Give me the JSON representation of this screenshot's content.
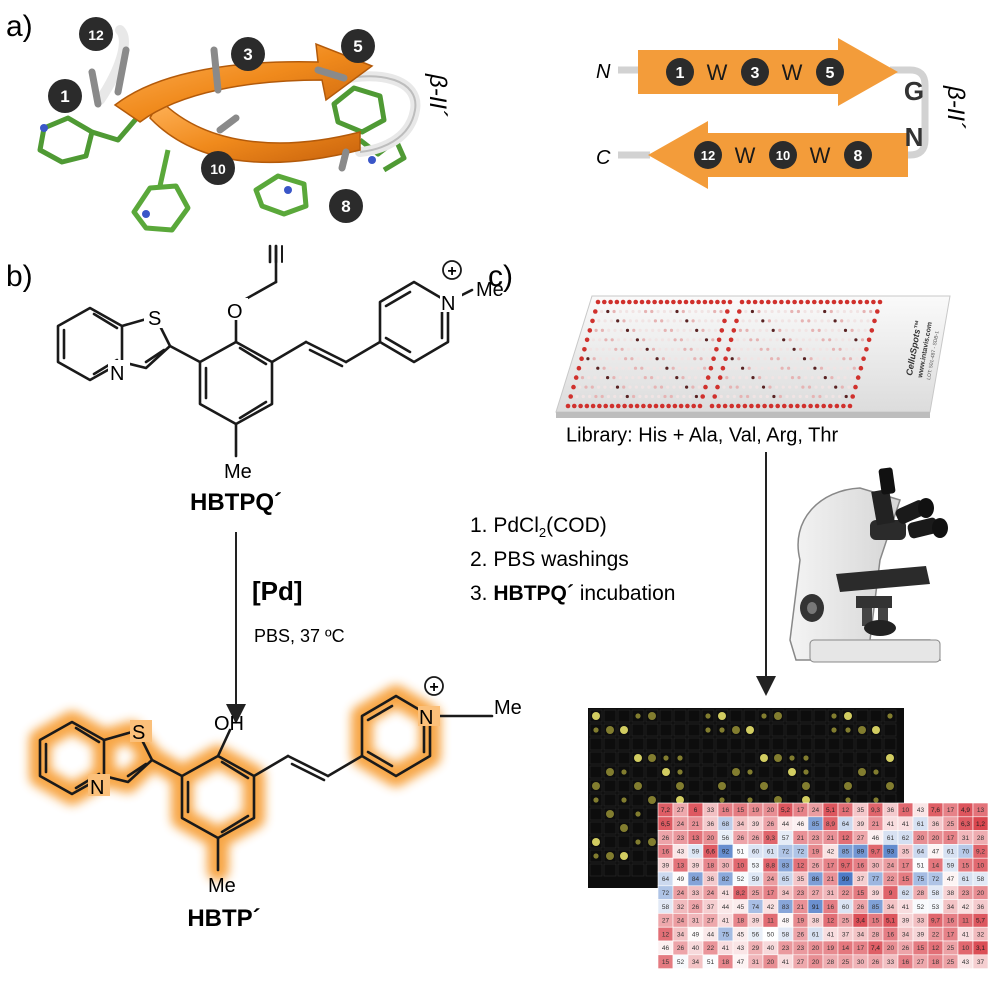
{
  "panels": {
    "a": "a)",
    "b": "b)",
    "c": "c)"
  },
  "hairpin3d": {
    "badges": [
      "1",
      "12",
      "3",
      "5",
      "10",
      "8"
    ],
    "turn": "β-II´"
  },
  "hairpin2d": {
    "n_term": "N",
    "c_term": "C",
    "top": [
      "1",
      "W",
      "3",
      "W",
      "5"
    ],
    "bottom": [
      "12",
      "W",
      "10",
      "W",
      "8"
    ],
    "turn_g": "G",
    "turn_n": "N",
    "turn_label": "β-II´"
  },
  "molecules": {
    "sulfur": "S",
    "nitrogen": "N",
    "oxygen": "O",
    "pyridinium_n": "N",
    "plus": "+",
    "methyl": "Me",
    "hydroxyl": "OH",
    "top_name_prefix": "HBTPQ",
    "top_name_mark": "´",
    "bottom_name_prefix": "HBTP",
    "bottom_name_mark": "´"
  },
  "reaction": {
    "catalyst": "[Pd]",
    "conditions": "PBS, 37 ºC"
  },
  "slide": {
    "library": "Library: His + Ala, Val, Arg, Thr",
    "brand": "CelluSpots™",
    "url": "www.intavis.com",
    "lot": "LOT: 501-487 - SDB-1"
  },
  "steps": {
    "s1_prefix": "1. PdCl",
    "s1_sub": "2",
    "s1_suffix": "(COD)",
    "s2": "2. PBS washings",
    "s3_prefix": "3. ",
    "s3_bold": "HBTPQ´",
    "s3_suffix": " incubation"
  },
  "heatmap": {
    "rows": [
      [
        "7,2",
        "27",
        "6",
        "33",
        "16",
        "15",
        "19",
        "20",
        "5,2",
        "17",
        "24",
        "5,1",
        "12",
        "35",
        "9,3",
        "36",
        "10",
        "43",
        "7,6",
        "17",
        "4,9",
        "13"
      ],
      [
        "6,5",
        "24",
        "21",
        "36",
        "68",
        "34",
        "39",
        "26",
        "44",
        "46",
        "85",
        "8,9",
        "64",
        "39",
        "21",
        "41",
        "41",
        "61",
        "36",
        "25",
        "6,3",
        "1,2"
      ],
      [
        "26",
        "23",
        "13",
        "20",
        "56",
        "26",
        "26",
        "9,3",
        "57",
        "21",
        "23",
        "21",
        "12",
        "27",
        "46",
        "61",
        "62",
        "20",
        "20",
        "17",
        "31",
        "28"
      ],
      [
        "16",
        "43",
        "59",
        "6,6",
        "92",
        "51",
        "60",
        "61",
        "72",
        "72",
        "19",
        "42",
        "85",
        "89",
        "9,7",
        "93",
        "35",
        "64",
        "47",
        "61",
        "70",
        "9,2"
      ],
      [
        "39",
        "13",
        "39",
        "18",
        "30",
        "10",
        "53",
        "8,8",
        "83",
        "12",
        "26",
        "17",
        "9,7",
        "16",
        "30",
        "24",
        "17",
        "51",
        "14",
        "59",
        "15",
        "10"
      ],
      [
        "64",
        "49",
        "84",
        "36",
        "82",
        "52",
        "59",
        "24",
        "65",
        "35",
        "86",
        "21",
        "99",
        "37",
        "77",
        "22",
        "15",
        "75",
        "72",
        "47",
        "61",
        "58"
      ],
      [
        "72",
        "24",
        "33",
        "24",
        "41",
        "8,2",
        "25",
        "17",
        "34",
        "23",
        "27",
        "31",
        "22",
        "15",
        "39",
        "9",
        "62",
        "28",
        "58",
        "38",
        "23",
        "20"
      ],
      [
        "58",
        "32",
        "26",
        "37",
        "44",
        "45",
        "74",
        "42",
        "83",
        "21",
        "91",
        "16",
        "60",
        "26",
        "85",
        "34",
        "41",
        "52",
        "53",
        "34",
        "42",
        "36"
      ],
      [
        "27",
        "24",
        "31",
        "27",
        "41",
        "18",
        "39",
        "11",
        "48",
        "19",
        "38",
        "12",
        "25",
        "3,4",
        "15",
        "5,1",
        "39",
        "33",
        "9,7",
        "16",
        "11",
        "5,7"
      ],
      [
        "12",
        "34",
        "49",
        "44",
        "75",
        "45",
        "56",
        "50",
        "58",
        "26",
        "61",
        "41",
        "37",
        "34",
        "28",
        "16",
        "34",
        "39",
        "22",
        "17",
        "41",
        "32"
      ],
      [
        "46",
        "26",
        "40",
        "22",
        "41",
        "43",
        "29",
        "40",
        "23",
        "23",
        "20",
        "19",
        "14",
        "17",
        "7,4",
        "20",
        "26",
        "15",
        "12",
        "25",
        "10",
        "3,1"
      ],
      [
        "15",
        "52",
        "34",
        "51",
        "18",
        "47",
        "31",
        "20",
        "41",
        "27",
        "20",
        "28",
        "25",
        "30",
        "26",
        "33",
        "16",
        "27",
        "18",
        "25",
        "43",
        "37"
      ]
    ]
  },
  "colors": {
    "strand": "#f39c3a",
    "badge": "#2b2b2b",
    "glow": "#f7a23c",
    "slide_dot": "#d0312d",
    "sidechain": "#63b443",
    "heat_high": "#4a78c6",
    "heat_low": "#d9424b"
  },
  "icons": {
    "microscope": "microscope-icon",
    "slide": "peptide-array-slide",
    "arrow": "arrow-down-icon"
  }
}
